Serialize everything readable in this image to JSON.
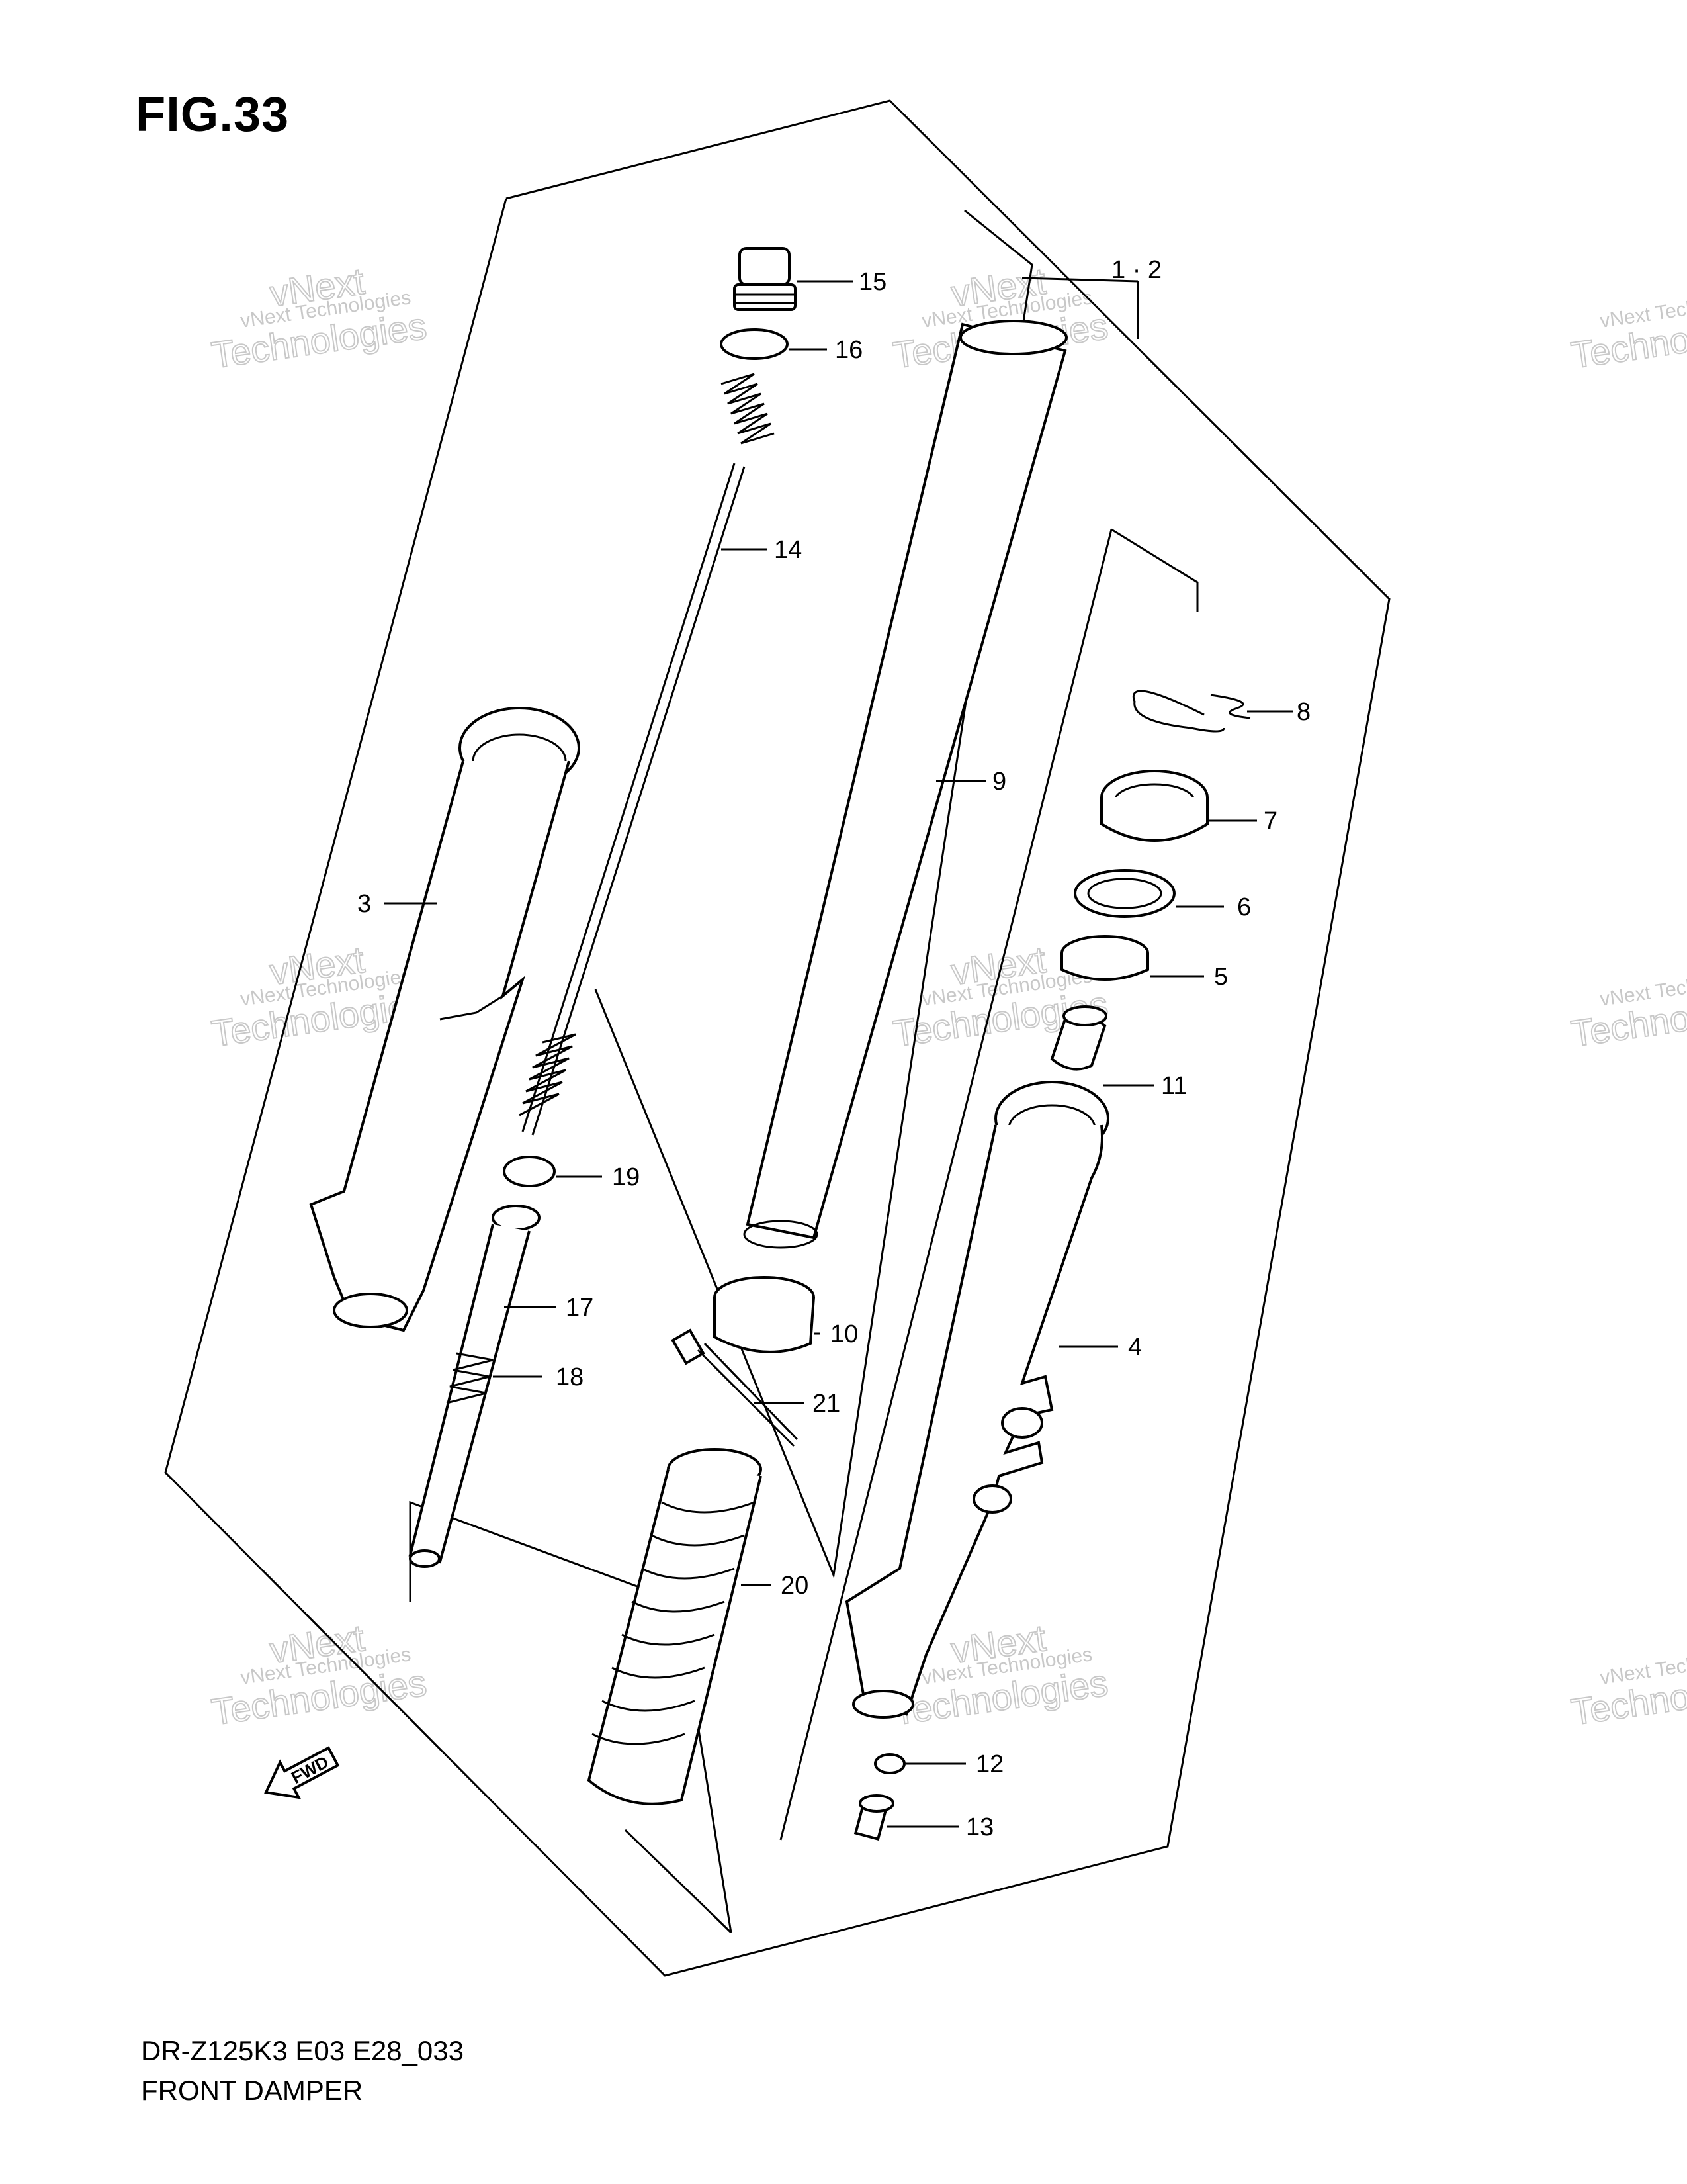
{
  "figure": {
    "title": "FIG.33"
  },
  "footer": {
    "code": "DR-Z125K3 E03 E28_033",
    "name": "FRONT DAMPER"
  },
  "watermark": {
    "line1": "vNext Technologies",
    "line2": "Technologies",
    "line_top": "vNext",
    "color": "#c8c8c8"
  },
  "fwd_arrow": {
    "label": "FWD"
  },
  "callouts": [
    {
      "id": "12",
      "label": "1 · 2"
    },
    {
      "id": "3",
      "label": "3"
    },
    {
      "id": "4",
      "label": "4"
    },
    {
      "id": "5",
      "label": "5"
    },
    {
      "id": "6",
      "label": "6"
    },
    {
      "id": "7",
      "label": "7"
    },
    {
      "id": "8",
      "label": "8"
    },
    {
      "id": "9",
      "label": "9"
    },
    {
      "id": "10",
      "label": "10"
    },
    {
      "id": "11",
      "label": "11"
    },
    {
      "id": "12b",
      "label": "12"
    },
    {
      "id": "13",
      "label": "13"
    },
    {
      "id": "14",
      "label": "14"
    },
    {
      "id": "15",
      "label": "15"
    },
    {
      "id": "16",
      "label": "16"
    },
    {
      "id": "17",
      "label": "17"
    },
    {
      "id": "18",
      "label": "18"
    },
    {
      "id": "19",
      "label": "19"
    },
    {
      "id": "20",
      "label": "20"
    },
    {
      "id": "21",
      "label": "21"
    }
  ]
}
